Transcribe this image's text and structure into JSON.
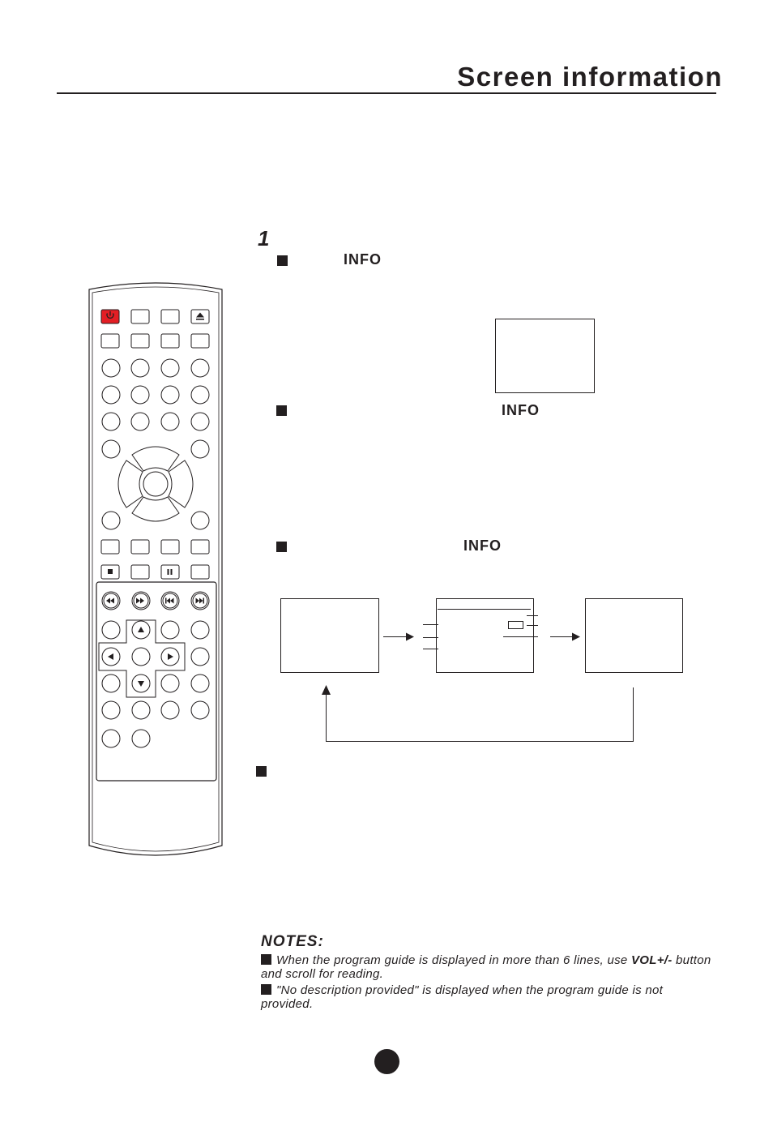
{
  "header": {
    "title": "Screen information"
  },
  "section": {
    "step_number": "1"
  },
  "bullets": {
    "first_key": "INFO",
    "second_key": "INFO",
    "third_key": "INFO"
  },
  "notes": {
    "heading": "NOTES:",
    "note1_pre": "When the program guide is displayed in more than 6 lines, use ",
    "note1_key": "VOL+/-",
    "note1_post": " button and scroll for reading.",
    "note2": "\"No description provided\" is displayed when the program guide is not provided."
  },
  "colors": {
    "ink": "#231f20",
    "power_button": "#e31e24"
  },
  "icons": [
    "power-icon",
    "eject-icon",
    "stop-icon",
    "pause-icon",
    "rewind-icon",
    "fast-forward-icon",
    "previous-icon",
    "next-icon",
    "up-arrow-icon",
    "down-arrow-icon",
    "left-arrow-icon",
    "right-arrow-icon"
  ]
}
